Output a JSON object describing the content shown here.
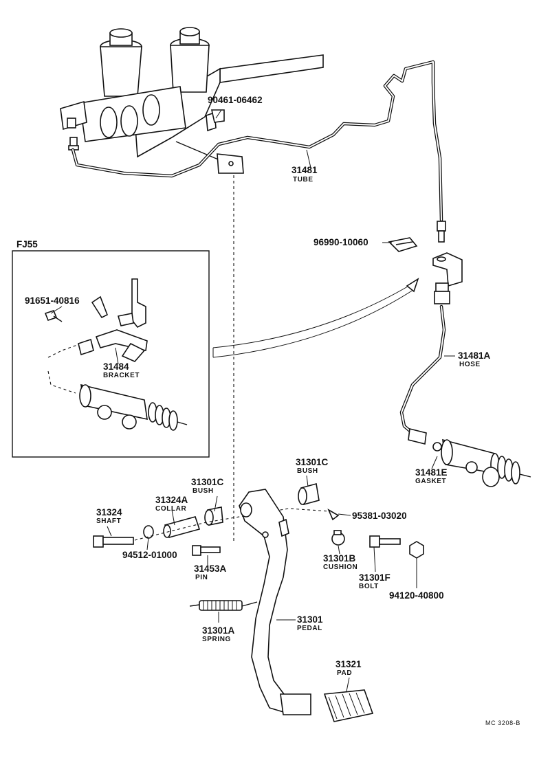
{
  "inset": {
    "title": "FJ55"
  },
  "parts": {
    "p90461": {
      "no": "90461-06462"
    },
    "p31481": {
      "no": "31481",
      "name": "TUBE"
    },
    "p96990": {
      "no": "96990-10060"
    },
    "p91651": {
      "no": "91651-40816"
    },
    "p31484": {
      "no": "31484",
      "name": "BRACKET"
    },
    "p31481A": {
      "no": "31481A",
      "name": "HOSE"
    },
    "p31481E": {
      "no": "31481E",
      "name": "GASKET"
    },
    "p31301C_a": {
      "no": "31301C",
      "name": "BUSH"
    },
    "p31301C_b": {
      "no": "31301C",
      "name": "BUSH"
    },
    "p31324A": {
      "no": "31324A",
      "name": "COLLAR"
    },
    "p31324": {
      "no": "31324",
      "name": "SHAFT"
    },
    "p95381": {
      "no": "95381-03020"
    },
    "p94512": {
      "no": "94512-01000"
    },
    "p31453A": {
      "no": "31453A",
      "name": "PIN"
    },
    "p31301B": {
      "no": "31301B",
      "name": "CUSHION"
    },
    "p31301F": {
      "no": "31301F",
      "name": "BOLT"
    },
    "p94120": {
      "no": "94120-40800"
    },
    "p31301": {
      "no": "31301",
      "name": "PEDAL"
    },
    "p31301A": {
      "no": "31301A",
      "name": "SPRING"
    },
    "p31321": {
      "no": "31321",
      "name": "PAD"
    }
  },
  "footer": {
    "code": "MC 3208-B"
  }
}
